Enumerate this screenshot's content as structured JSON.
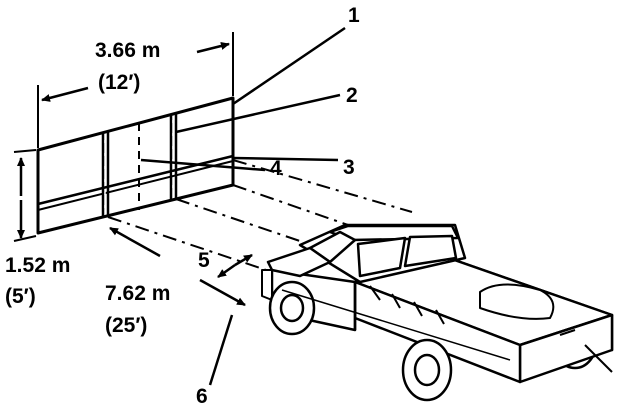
{
  "diagram": {
    "callouts": [
      "1",
      "2",
      "3",
      "4",
      "5",
      "6"
    ],
    "dimensions": {
      "width_metric": "3.66 m",
      "width_imperial": "(12′)",
      "height_metric": "1.52 m",
      "height_imperial": "(5′)",
      "distance_metric": "7.62 m",
      "distance_imperial": "(25′)"
    },
    "colors": {
      "ink": "#000000",
      "paper": "#ffffff"
    }
  }
}
